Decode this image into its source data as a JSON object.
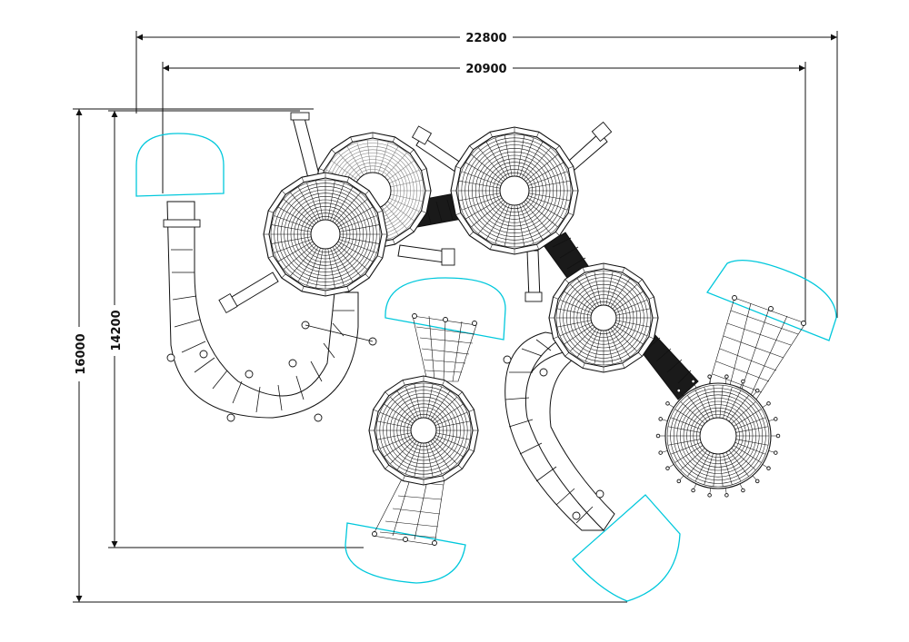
{
  "dimensions": {
    "overall_width": "22800",
    "inner_width": "20900",
    "overall_height": "16000",
    "inner_height": "14200"
  },
  "colors": {
    "line": "#111111",
    "safety_zone": "#00c8dc",
    "background": "#ffffff"
  }
}
